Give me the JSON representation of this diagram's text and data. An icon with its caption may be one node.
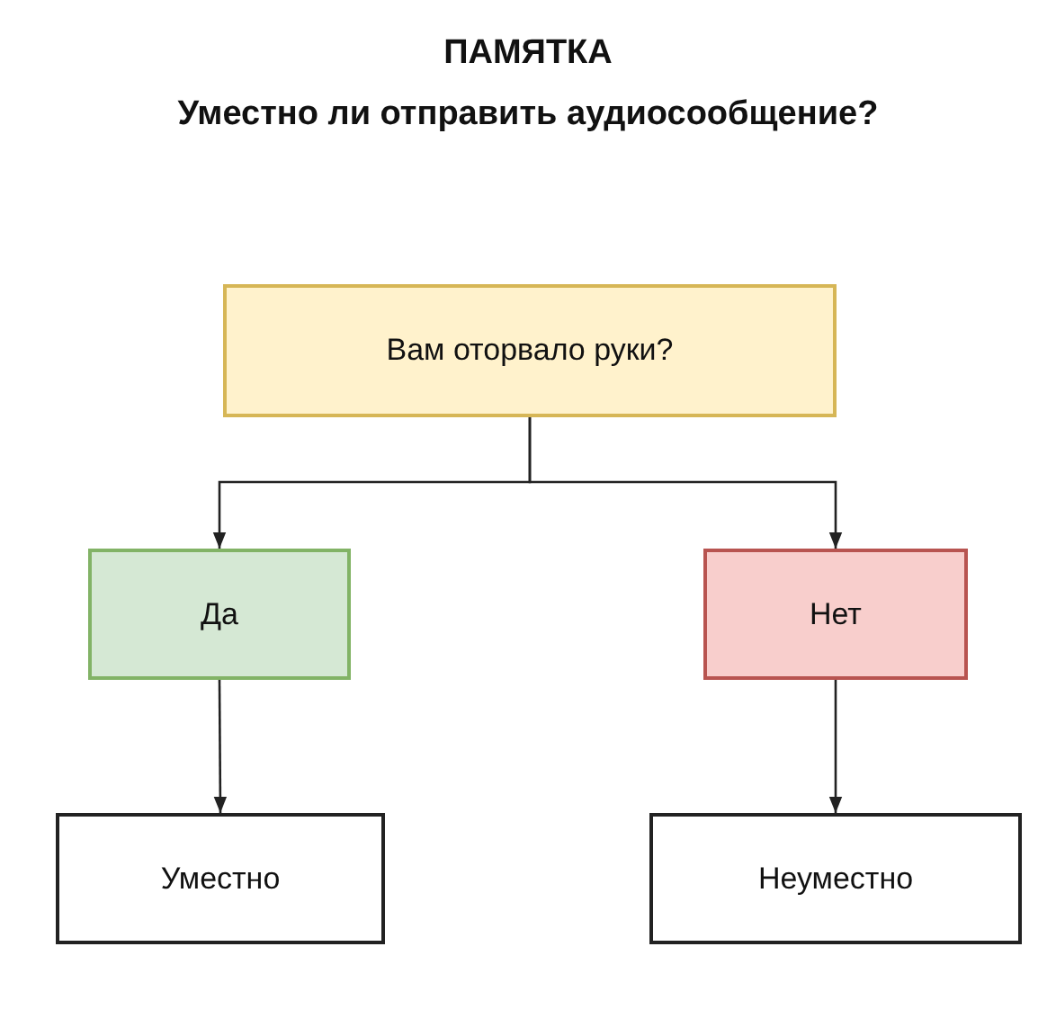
{
  "diagram": {
    "title": "ПАМЯТКА",
    "caption": "Уместно ли отправить аудиосообщение?",
    "nodes": [
      {
        "text": [
          "Вам оторвало руки?"
        ]
      },
      {
        "text": [
          "Да"
        ]
      },
      {
        "text": [
          "Нет"
        ]
      },
      {
        "text": [
          "Уместно"
        ]
      },
      {
        "text": [
          "Неуместно"
        ]
      }
    ],
    "edges": [
      {
        "from": 0,
        "to": 1,
        "arrow": "to"
      },
      {
        "from": 0,
        "to": 2,
        "arrow": "to"
      },
      {
        "from": 1,
        "to": 3,
        "arrow": "to"
      },
      {
        "from": 2,
        "to": 4,
        "arrow": "to"
      }
    ]
  }
}
